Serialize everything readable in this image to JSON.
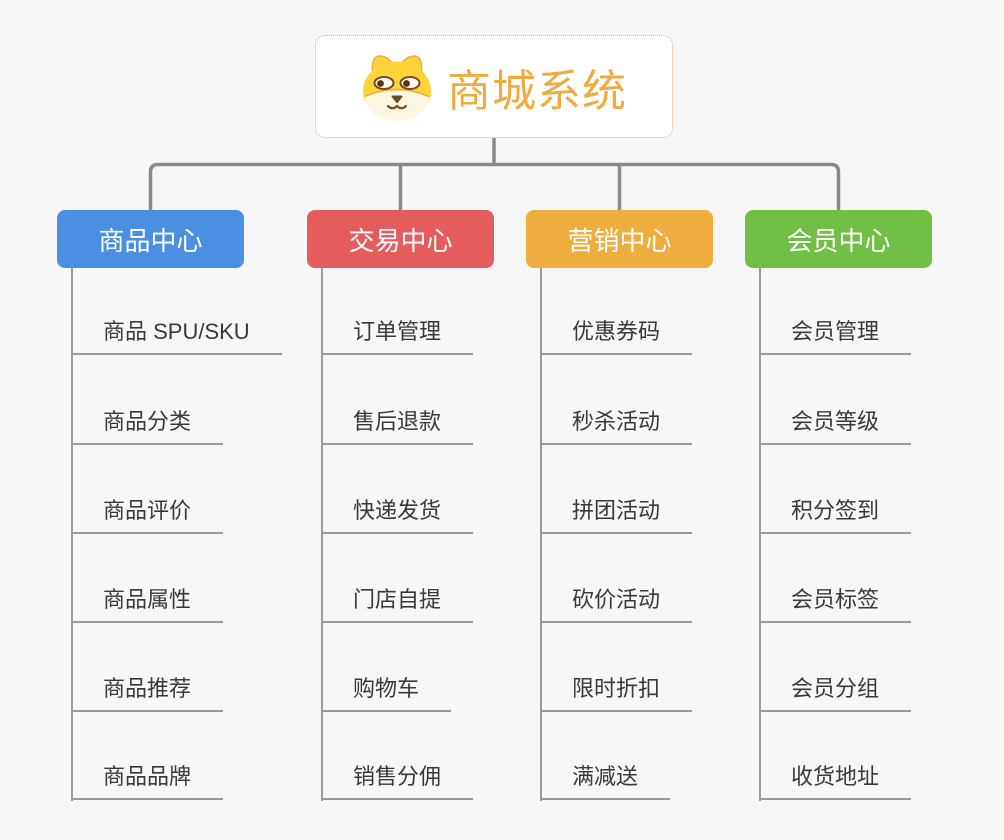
{
  "canvas": {
    "background_color": "#f7f7f7"
  },
  "root": {
    "title": "商城系统",
    "title_color": "#f0aa3e",
    "border_color": "#f2b04e",
    "icon": "shiba-dog-icon"
  },
  "connector_color": "#8a8a8a",
  "leaf_line_color": "#9a9a9a",
  "leaf_text_color": "#36393d",
  "branches": [
    {
      "label": "商品中心",
      "color": "#4a8fe2",
      "children": [
        "商品 SPU/SKU",
        "商品分类",
        "商品评价",
        "商品属性",
        "商品推荐",
        "商品品牌"
      ]
    },
    {
      "label": "交易中心",
      "color": "#e55c5c",
      "children": [
        "订单管理",
        "售后退款",
        "快递发货",
        "门店自提",
        "购物车",
        "销售分佣"
      ]
    },
    {
      "label": "营销中心",
      "color": "#f0ad3f",
      "children": [
        "优惠券码",
        "秒杀活动",
        "拼团活动",
        "砍价活动",
        "限时折扣",
        "满减送"
      ]
    },
    {
      "label": "会员中心",
      "color": "#72bf45",
      "children": [
        "会员管理",
        "会员等级",
        "积分签到",
        "会员标签",
        "会员分组",
        "收货地址"
      ]
    }
  ]
}
